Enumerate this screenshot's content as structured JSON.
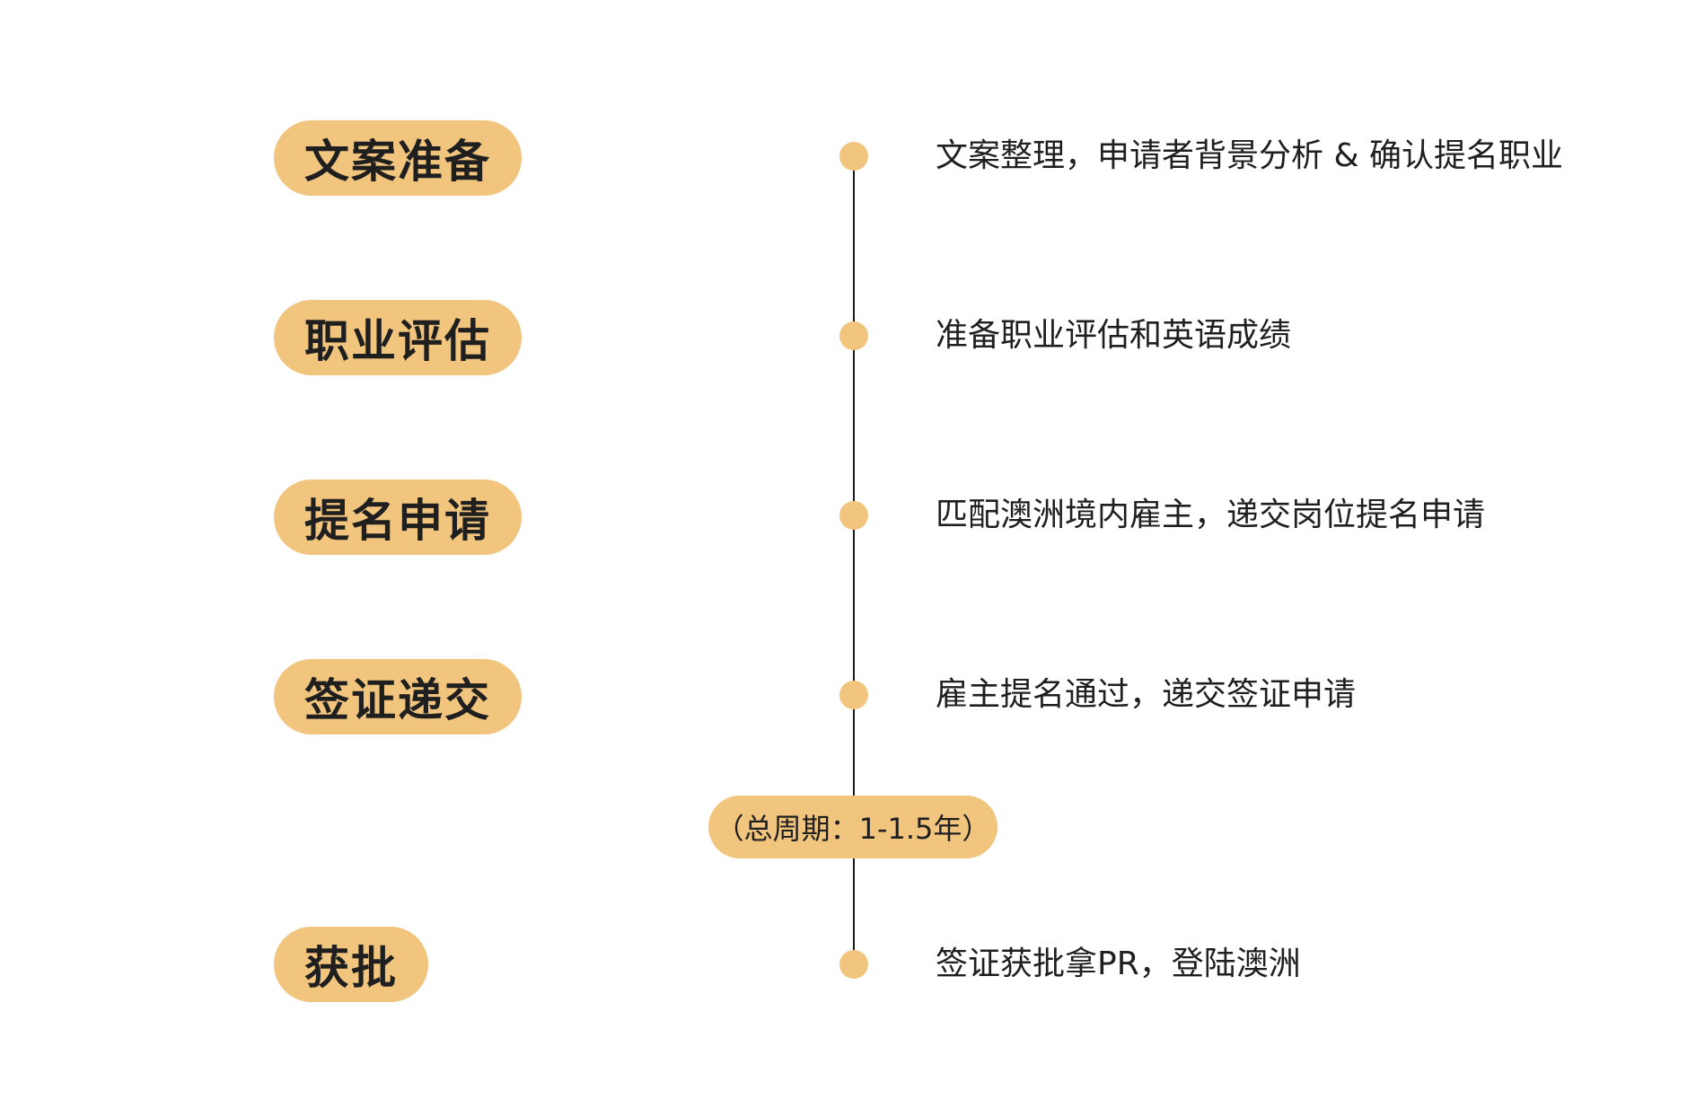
{
  "theme": {
    "accent": "#F2C57F",
    "line": "#1a1a1a",
    "text": "#1f1f1f",
    "background": "#ffffff"
  },
  "steps": [
    {
      "label": "文案准备",
      "description": "文案整理，申请者背景分析 & 确认提名职业"
    },
    {
      "label": "职业评估",
      "description": "准备职业评估和英语成绩"
    },
    {
      "label": "提名申请",
      "description": "匹配澳洲境内雇主，递交岗位提名申请"
    },
    {
      "label": "签证递交",
      "description": "雇主提名通过，递交签证申请"
    },
    {
      "label": "获批",
      "description": "签证获批拿PR，登陆澳洲"
    }
  ],
  "period": {
    "label": "（总周期：1-1.5年）"
  }
}
